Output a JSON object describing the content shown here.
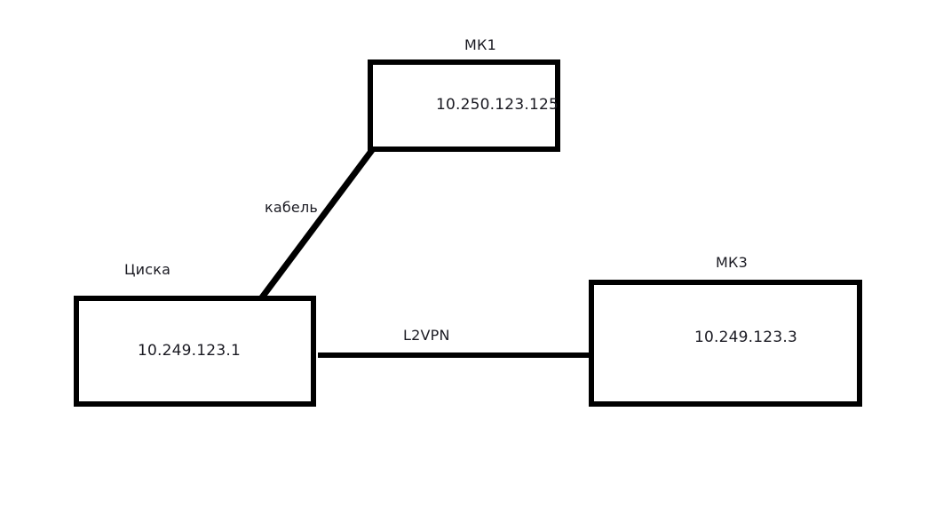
{
  "diagram": {
    "title": "network-topology",
    "background_color": "#ffffff",
    "stroke_color": "#000000",
    "text_color": "#1a1a22",
    "nodes": [
      {
        "id": "mk1",
        "label": "МК1",
        "ip": "10.250.123.125"
      },
      {
        "id": "cisco",
        "label": "Циска",
        "ip": "10.249.123.1"
      },
      {
        "id": "mk3",
        "label": "МК3",
        "ip": "10.249.123.3"
      }
    ],
    "links": [
      {
        "id": "cable",
        "label": "кабель",
        "from": "cisco",
        "to": "mk1",
        "style": "diagonal"
      },
      {
        "id": "l2vpn",
        "label": "L2VPN",
        "from": "cisco",
        "to": "mk3",
        "style": "horizontal"
      }
    ]
  }
}
